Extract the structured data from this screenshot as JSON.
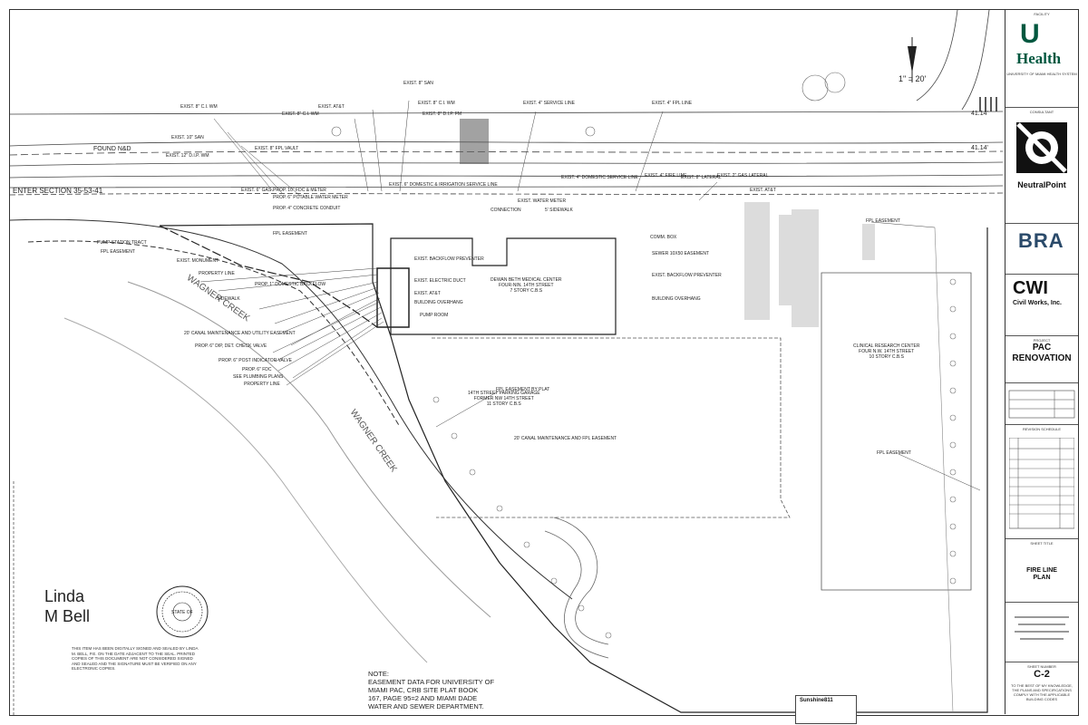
{
  "plan": {
    "scale": "1\" = 20'",
    "section_label": "ENTER SECTION 35-53-41",
    "found_nail": "FOUND N&D",
    "creek_label_1": "WAGNER CREEK",
    "creek_label_2": "WAGNER CREEK",
    "dims": {
      "d1": "41.14'",
      "d2": "41.14'"
    },
    "buildings": {
      "medical_center": "DEWAN BETH MEDICAL CENTER\nFOUR-NIN. 14TH STREET\n7 STORY C.B.S",
      "parking_garage": "14th STREET PARKING GARAGE\nFORMER NW 14TH STREET\n11 STORY C.B.S",
      "research_center": "CLINICAL RESEARCH CENTER\nFOUR N.W. 14th STREET\n10 STORY C.B.S"
    },
    "callouts_top": [
      "EXIST. 8\" C.I. WM",
      "EXIST. 10\" SAN",
      "EXIST. 12\" D.I.P. WM",
      "EXIST. 8\" C.I. WM",
      "EXIST. AT&T",
      "EXIST. 8\" FPL VAULT",
      "EXIST. 8\" SAN",
      "EXIST. 8\" C.I. WM",
      "EXIST. 8\" D.I.P. FM",
      "EXIST. 4\" SERVICE LINE",
      "EXIST. 4\" FPL LINE",
      "EXIST. 8\" LATERAL",
      "EXIST. 6\" DOMESTIC & IRRIGATION SERVICE LINE",
      "EXIST. 4\" DOMESTIC SERVICE LINE",
      "EXIST. 4\" FIRE LINE",
      "EXIST. 2\" GAS LATERAL",
      "EXIST. AT&T",
      "EXIST. 6\" GAS"
    ],
    "callouts_left": [
      "PUMP STATION TRACT",
      "FPL EASEMENT",
      "PROPERTY LINE",
      "SIDEWALK",
      "FPL EASEMENT",
      "PROP. 10\" FDC & METER",
      "PROP. 6\" POTABLE WATER METER",
      "PROP. 4\" CONCRETE CONDUIT",
      "EXIST. MONUMENT",
      "PROP. 1\" DOMESTIC BACKFLOW",
      "20' CANAL MAINTENANCE AND UTILITY EASEMENT",
      "PROP. 6\" DIP, DET. CHECK VALVE",
      "PROP. 6\" POST INDICATOR VALVE",
      "PROP. 6\" FDC",
      "SEE PLUMBING PLANS",
      "PROPERTY LINE"
    ],
    "callouts_mid": [
      "EXIST. BACKFLOW PREVENTER",
      "EXIST. ELECTRIC DUCT",
      "EXIST. AT&T",
      "BUILDING OVERHANG",
      "PUMP ROOM",
      "FPL EASEMENT BY PLAT",
      "20' CANAL MAINTENANCE AND FPL EASEMENT",
      "CONNECTION",
      "EXIST. WATER METER",
      "5' SIDEWALK",
      "EXIST. BACKFLOW PREVENTER",
      "BUILDING OVERHANG",
      "FPL EASEMENT",
      "FPL EASEMENT",
      "COMM. BOX",
      "SEWER 10X50 EASEMENT"
    ]
  },
  "signature": {
    "line1": "Linda",
    "line2": "M Bell",
    "seal_text": "STATE OF"
  },
  "certification": "THIS ITEM HAS BEEN DIGITALLY SIGNED AND SEALED BY LINDA M. BELL, P.E. ON THE DATE ADJACENT TO THE SEAL. PRINTED COPIES OF THIS DOCUMENT ARE NOT CONSIDERED SIGNED AND SEALED AND THE SIGNATURE MUST BE VERIFIED ON ANY ELECTRONIC COPIES.",
  "note": {
    "heading": "NOTE:",
    "lines": [
      "EASEMENT DATA FOR UNIVERSITY OF",
      "MIAMI PAC, CRB SITE PLAT BOOK",
      "167, PAGE 95=2 AND MIAMI DADE",
      "WATER AND SEWER DEPARTMENT."
    ]
  },
  "sunshine_label": "Sunshine811",
  "title_block": {
    "facility_label": "FACILITY",
    "logo_u": "U",
    "logo_health": "Health",
    "logo_sub": "UNIVERSITY OF MIAMI HEALTH SYSTEM",
    "consultant_label": "CONSULTANT",
    "neutral_point": "NeutralPoint",
    "bra": "BRA",
    "cwi": "CWI",
    "cwi_sub": "Civil Works, Inc.",
    "project_label": "PROJECT",
    "project_name_1": "PAC",
    "project_name_2": "RENOVATION",
    "revisions_label": "REVISION SCHEDULE",
    "sheet_title_label": "SHEET TITLE",
    "sheet_title_1": "FIRE LINE",
    "sheet_title_2": "PLAN",
    "sheet_number_label": "SHEET NUMBER",
    "sheet_number": "C-2",
    "footer_text": "TO THE BEST OF MY KNOWLEDGE, THE PLANS AND SPECIFICATIONS COMPLY WITH THE APPLICABLE BUILDING CODES"
  },
  "colors": {
    "um_orange": "#f47321",
    "um_green": "#00573f",
    "bra_blue": "#2a4a6a",
    "line": "#222222"
  }
}
